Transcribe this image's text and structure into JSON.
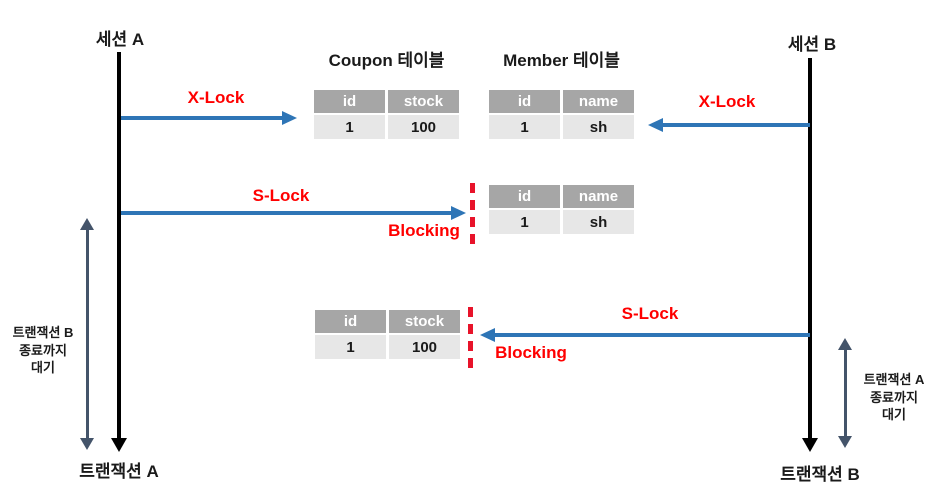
{
  "diagram": {
    "kind": "deadlock-sequence-diagram",
    "colors": {
      "arrow_blue": "#2e75b6",
      "lock_red": "#ff0000",
      "session_black": "#000000",
      "wait_slate": "#44546a",
      "table_header_bg": "#a6a6a6",
      "table_row_bg": "#e7e7e7"
    }
  },
  "sessions": {
    "a": {
      "top_label": "세션 A",
      "bottom_label": "트랜잭션 A"
    },
    "b": {
      "top_label": "세션 B",
      "bottom_label": "트랜잭션 B"
    }
  },
  "tables": {
    "coupon_title": "Coupon 테이블",
    "member_title": "Member 테이블",
    "coupon": {
      "headers": [
        "id",
        "stock"
      ],
      "row": [
        "1",
        "100"
      ]
    },
    "member": {
      "headers": [
        "id",
        "name"
      ],
      "row": [
        "1",
        "sh"
      ]
    }
  },
  "locks": {
    "xlock_a": "X-Lock",
    "xlock_b": "X-Lock",
    "slock_a": "S-Lock",
    "slock_b": "S-Lock",
    "blocking_a": "Blocking",
    "blocking_b": "Blocking"
  },
  "waits": {
    "a": {
      "lines": [
        "트랜잭션 B",
        "종료까지",
        "대기"
      ]
    },
    "b": {
      "lines": [
        "트랜잭션 A",
        "종료까지",
        "대기"
      ]
    }
  }
}
